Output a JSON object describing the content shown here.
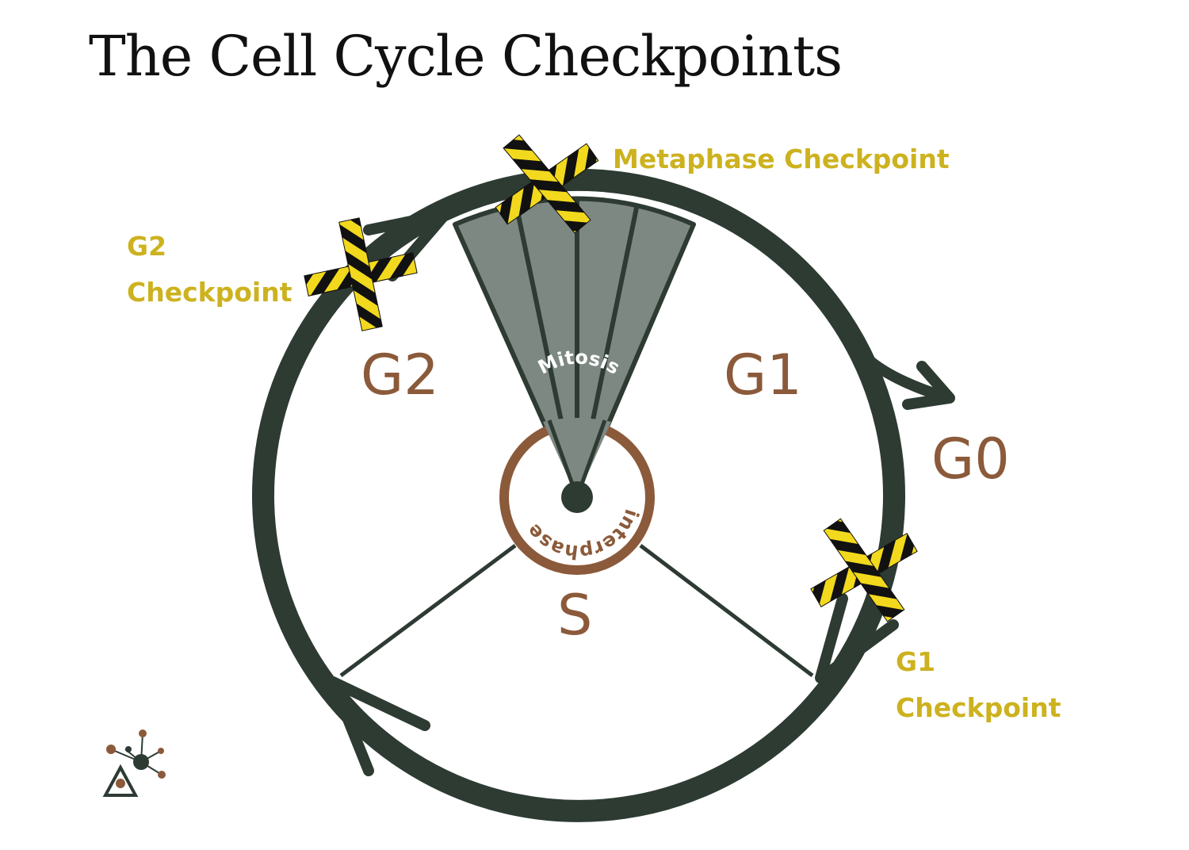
{
  "title": "The Cell Cycle Checkpoints",
  "phases": {
    "g1": "G1",
    "g2": "G2",
    "s": "S",
    "g0": "G0",
    "mitosis": "Mitosis",
    "interphase": "interphase"
  },
  "checkpoints": {
    "metaphase": "Metaphase Checkpoint",
    "g2_line1": "G2",
    "g2_line2": "Checkpoint",
    "g1_line1": "G1",
    "g1_line2": "Checkpoint"
  },
  "colors": {
    "cycle_ring": "#2d3b33",
    "mitosis_wedge": "#7e8883",
    "interphase_ring": "#8b5a3a",
    "phase_text": "#8b5a3a",
    "checkpoint_text": "#cdb21f",
    "tape_yellow": "#f2d91d",
    "tape_black": "#111111"
  },
  "icons": [
    "cycle-arrow-icon",
    "checkpoint-x-icon",
    "logo-icon"
  ]
}
